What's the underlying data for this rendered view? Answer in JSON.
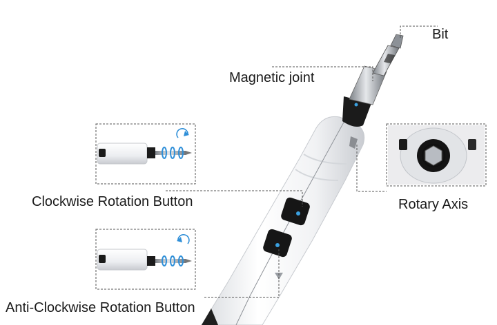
{
  "labels": {
    "bit": "Bit",
    "magnetic_joint": "Magnetic joint",
    "clockwise_button": "Clockwise Rotation Button",
    "rotary_axis": "Rotary Axis",
    "anticlockwise_button": "Anti-Clockwise Rotation Button"
  },
  "colors": {
    "body": "#f3f4f6",
    "dark": "#1b1b1b",
    "indicator_light": "#3aa0e0",
    "leader_line": "#555555",
    "label_text": "#1a1a1a"
  },
  "icons": {
    "clockwise_inset": "clockwise-arrow-icon",
    "anticlockwise_inset": "counterclockwise-arrow-icon"
  }
}
